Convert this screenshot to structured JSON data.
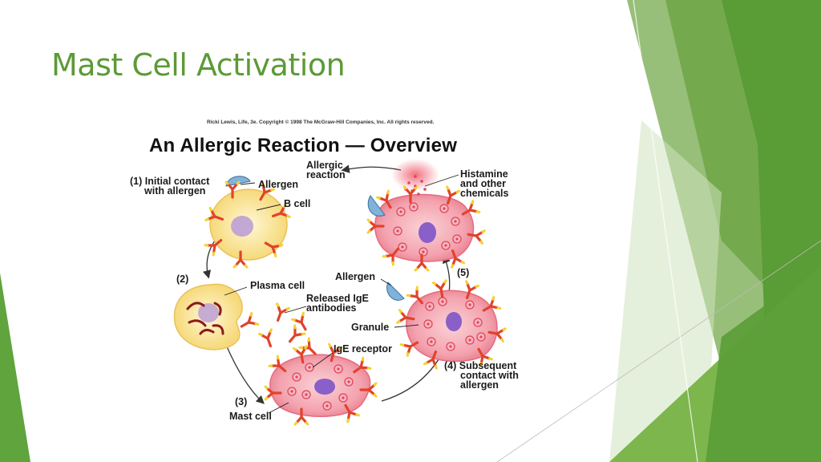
{
  "slide": {
    "title": "Mast Cell Activation",
    "accent_color": "#5c9a36"
  },
  "figure": {
    "credit": "Ricki Lewis, Life, 3e. Copyright © 1998 The McGraw-Hill Companies, Inc. All rights reserved.",
    "title": "An Allergic Reaction — Overview",
    "labels": {
      "step1_a": "(1) Initial contact",
      "step1_b": "with allergen",
      "allergen_top": "Allergen",
      "b_cell": "B cell",
      "step2": "(2)",
      "plasma_cell": "Plasma cell",
      "released_a": "Released IgE",
      "released_b": "antibodies",
      "ige_receptor": "IgE receptor",
      "step3": "(3)",
      "mast_cell": "Mast cell",
      "allergen_right": "Allergen",
      "granule": "Granule",
      "step4_a": "(4) Subsequent",
      "step4_b": "contact with",
      "step4_c": "allergen",
      "step5": "(5)",
      "allergic_a": "Allergic",
      "allergic_b": "reaction",
      "histamine_a": "Histamine",
      "histamine_b": "and other",
      "histamine_c": "chemicals"
    },
    "colors": {
      "cell_yellow": "#fbe9a6",
      "nucleus_purple": "#b89ad6",
      "mast_pink": "#f08a9a",
      "granule_red": "#e0455a",
      "antibody_red": "#e0432b",
      "antibody_tip_yellow": "#f5d22a",
      "allergen_blue": "#7fb3dc"
    }
  }
}
